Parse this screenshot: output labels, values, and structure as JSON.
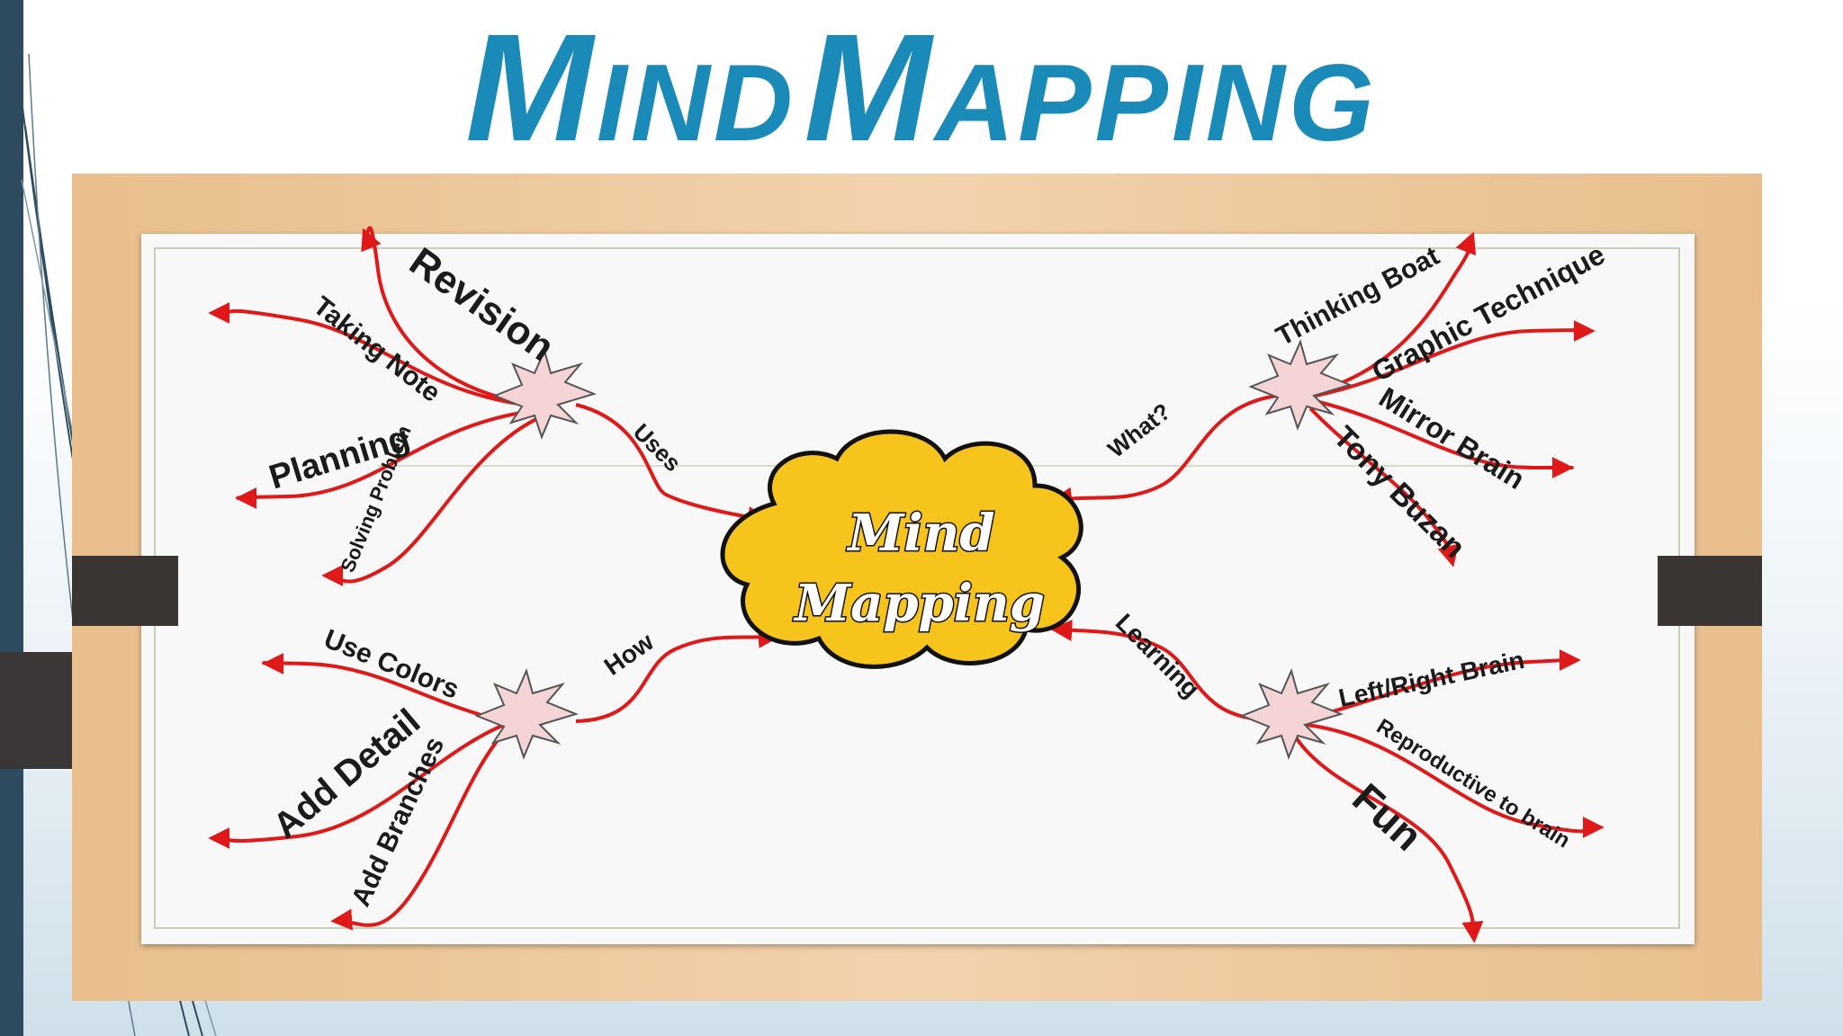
{
  "slide": {
    "title_first_cap": "M",
    "title_first_rest": "IND",
    "title_second_cap": "M",
    "title_second_rest": "APPING",
    "title_color": "#1a8ab8"
  },
  "mind_map": {
    "center": {
      "line1": "Mind",
      "line2": "Mapping",
      "fill": "#f7c41b"
    },
    "branches": {
      "uses": {
        "label": "Uses",
        "children": [
          "Revision",
          "Taking Note",
          "Planning",
          "Solving Problem"
        ]
      },
      "what": {
        "label": "What?",
        "children": [
          "Thinking Boat",
          "Graphic Technique",
          "Mirror Brain",
          "Tony Buzan"
        ]
      },
      "how": {
        "label": "How",
        "children": [
          "Use Colors",
          "Add Detail",
          "Add Branches"
        ]
      },
      "learning": {
        "label": "Learning",
        "children": [
          "Left/Right Brain",
          "Reproductive to brain",
          "Fun"
        ]
      }
    },
    "line_color": "#e01818",
    "burst_fill": "#f4d4d4"
  }
}
